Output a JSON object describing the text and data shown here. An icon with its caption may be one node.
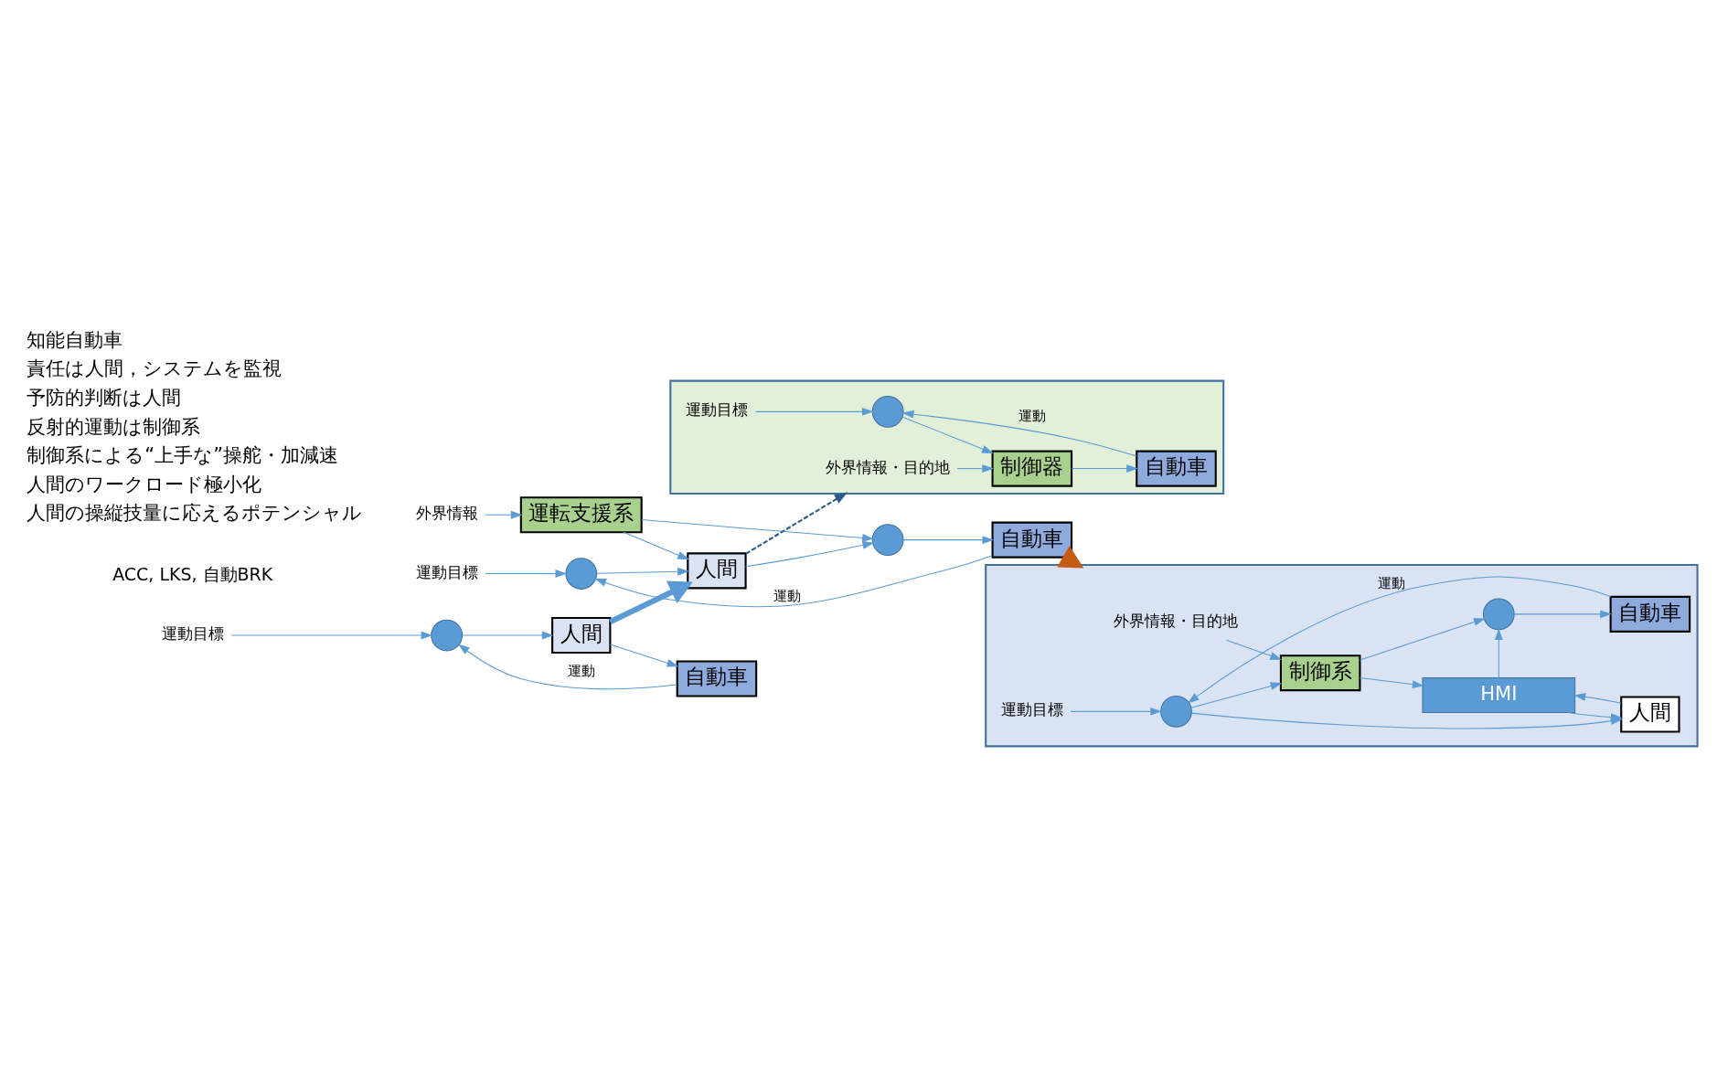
{
  "diagram": {
    "nodes": [
      {
        "text": [],
        "shape": "box"
      },
      {
        "text": [
          "外界情報・目的地"
        ],
        "in": 0
      },
      {
        "text": [
          "運動目標"
        ],
        "in": 0
      },
      {
        "text": [],
        "shape": "circle",
        "in": 0
      },
      {
        "text": [
          "制御器"
        ],
        "in": 0
      },
      {
        "text": [
          "自動車"
        ],
        "in": 0
      },
      {
        "text": [],
        "shape": "box"
      },
      {
        "text": [
          "外界情報・目的地"
        ],
        "in": 6
      },
      {
        "text": [
          "運動目標"
        ],
        "in": 6
      },
      {
        "text": [],
        "shape": "circle",
        "in": 6
      },
      {
        "text": [
          "制御系"
        ],
        "in": 6
      },
      {
        "text": [],
        "shape": "circle",
        "in": 6
      },
      {
        "text": [
          "自動車"
        ],
        "in": 6
      },
      {
        "text": [
          "HMI"
        ],
        "in": 6
      },
      {
        "text": [
          "人間"
        ],
        "in": 6
      },
      {
        "text": [
          "外界情報"
        ]
      },
      {
        "text": [
          "運転支援系"
        ]
      },
      {
        "text": [
          "運動目標"
        ]
      },
      {
        "text": [],
        "shape": "circle"
      },
      {
        "text": [
          "人間"
        ]
      },
      {
        "text": [],
        "shape": "circle"
      },
      {
        "text": [
          "自動車"
        ]
      },
      {
        "text": [
          "運動目標"
        ]
      },
      {
        "text": [],
        "shape": "circle"
      },
      {
        "text": [
          "人間"
        ]
      },
      {
        "text": [
          "自動車"
        ]
      }
    ],
    "edges": [
      {
        "from": 2,
        "to": 3,
        "arrow": "to"
      },
      {
        "from": 3,
        "to": 4,
        "arrow": "to"
      },
      {
        "from": 1,
        "to": 4,
        "arrow": "to"
      },
      {
        "from": 4,
        "to": 5,
        "arrow": "to"
      },
      {
        "from": 5,
        "to": 3,
        "arrow": "to",
        "label": "運動"
      },
      {
        "from": 8,
        "to": 9,
        "arrow": "to"
      },
      {
        "from": 9,
        "to": 10,
        "arrow": "to"
      },
      {
        "from": 7,
        "to": 10,
        "arrow": "to"
      },
      {
        "from": 10,
        "to": 11,
        "arrow": "to"
      },
      {
        "from": 11,
        "to": 12,
        "arrow": "to"
      },
      {
        "from": 10,
        "to": 13,
        "arrow": "to"
      },
      {
        "from": 13,
        "to": 11,
        "arrow": "to"
      },
      {
        "from": 13,
        "to": 14,
        "arrow": "to"
      },
      {
        "from": 14,
        "to": 13,
        "arrow": "to"
      },
      {
        "from": 9,
        "to": 14,
        "arrow": "to"
      },
      {
        "from": 12,
        "to": 9,
        "arrow": "to",
        "label": "運動"
      },
      {
        "from": 15,
        "to": 16,
        "arrow": "to"
      },
      {
        "from": 16,
        "to": 19,
        "arrow": "to"
      },
      {
        "from": 16,
        "to": 20,
        "arrow": "to"
      },
      {
        "from": 17,
        "to": 18,
        "arrow": "to"
      },
      {
        "from": 18,
        "to": 19,
        "arrow": "to"
      },
      {
        "from": 19,
        "to": 20,
        "arrow": "to"
      },
      {
        "from": 20,
        "to": 21,
        "arrow": "to"
      },
      {
        "from": 21,
        "to": 18,
        "arrow": "to",
        "label": "運動"
      },
      {
        "from": 22,
        "to": 23,
        "arrow": "to"
      },
      {
        "from": 23,
        "to": 24,
        "arrow": "to"
      },
      {
        "from": 24,
        "to": 25,
        "arrow": "to"
      },
      {
        "from": 25,
        "to": 23,
        "arrow": "to",
        "label": "運動"
      },
      {
        "from": 24,
        "to": 19,
        "arrow": "to",
        "style": "thick",
        "color": "#5b9bd5"
      },
      {
        "from": 19,
        "to": 0,
        "arrow": "to",
        "style": "dashed",
        "color": "#2e5c8a"
      },
      {
        "from": 21,
        "to": 6,
        "arrow": "to",
        "style": "thick",
        "color": "#c55a11"
      }
    ],
    "labels": [
      "ACC, LKS, 自動BRK",
      "知能自動車",
      "責任は人間，システムを監視",
      "予防的判断は人間",
      "反射的運動は制御系",
      "制御系による“上手な”操舵・加減速",
      "人間のワークロード極小化",
      "人間の操縦技量に応えるポテンシャル"
    ]
  }
}
